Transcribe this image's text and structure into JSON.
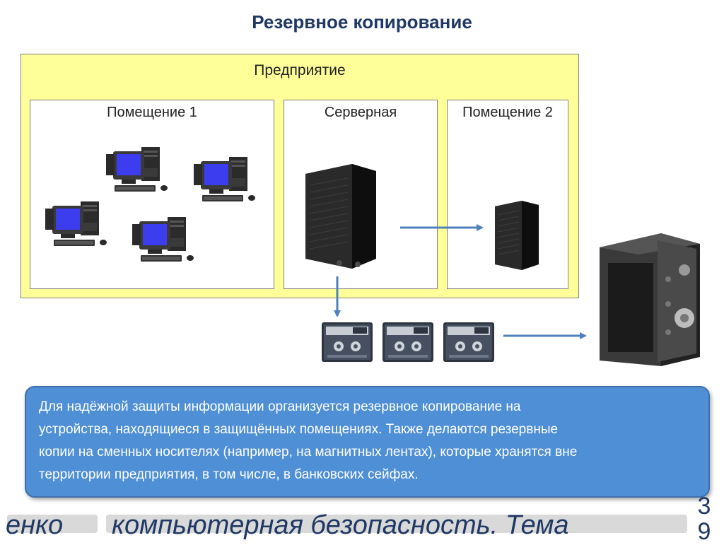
{
  "title": "Резервное копирование",
  "enterprise": {
    "label": "Предприятие"
  },
  "rooms": {
    "room1": "Помещение 1",
    "server_room": "Серверная",
    "room2": "Помещение 2"
  },
  "info": {
    "lines": [
      "Для надёжной защиты информации организуется резервное копирование на",
      "устройства, находящиеся в защищённых помещениях. Также делаются резервные",
      "копии на сменных носителях (например, на магнитных лентах), которые хранятся вне",
      "территории предприятия, в том числе, в банковских сейфах."
    ]
  },
  "footer": {
    "left": "енко",
    "main": "компьютерная безопасность. Тема",
    "page": "3\n9"
  },
  "icons": {
    "workstation": "desktop-computer-icon",
    "server": "tower-server-icon",
    "tape": "tape-cartridge-icon",
    "safe": "bank-safe-icon"
  },
  "colors": {
    "enterprise_fill": "#ffff99",
    "arrow": "#4f81bd",
    "info_box": "#4f8fd6",
    "title": "#1f3864"
  }
}
